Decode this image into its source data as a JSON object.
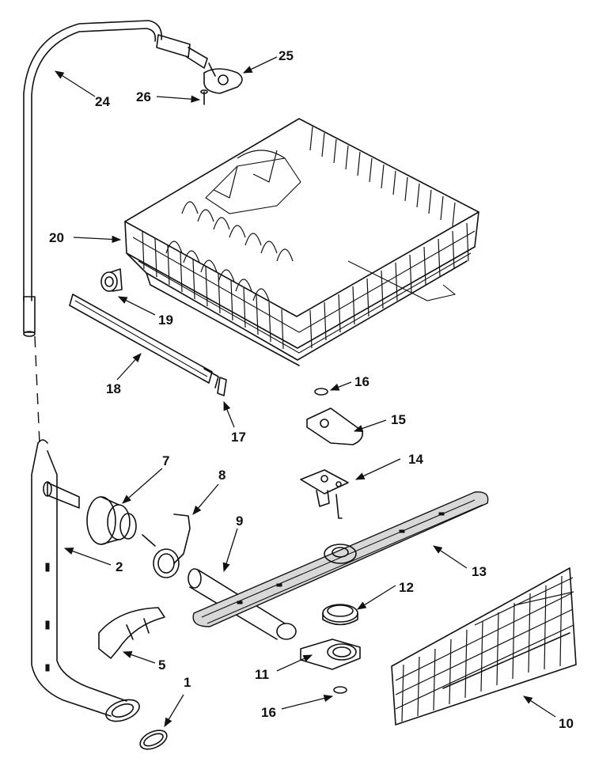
{
  "parts": [
    {
      "id": "p1",
      "label": "1"
    },
    {
      "id": "p2",
      "label": "2"
    },
    {
      "id": "p5",
      "label": "5"
    },
    {
      "id": "p7",
      "label": "7"
    },
    {
      "id": "p8",
      "label": "8"
    },
    {
      "id": "p9",
      "label": "9"
    },
    {
      "id": "p10",
      "label": "10"
    },
    {
      "id": "p11",
      "label": "11"
    },
    {
      "id": "p12",
      "label": "12"
    },
    {
      "id": "p13",
      "label": "13"
    },
    {
      "id": "p14",
      "label": "14"
    },
    {
      "id": "p15",
      "label": "15"
    },
    {
      "id": "p16a",
      "label": "16"
    },
    {
      "id": "p16b",
      "label": "16"
    },
    {
      "id": "p17",
      "label": "17"
    },
    {
      "id": "p18",
      "label": "18"
    },
    {
      "id": "p19",
      "label": "19"
    },
    {
      "id": "p20",
      "label": "20"
    },
    {
      "id": "p24",
      "label": "24"
    },
    {
      "id": "p25",
      "label": "25"
    },
    {
      "id": "p26",
      "label": "26"
    }
  ]
}
